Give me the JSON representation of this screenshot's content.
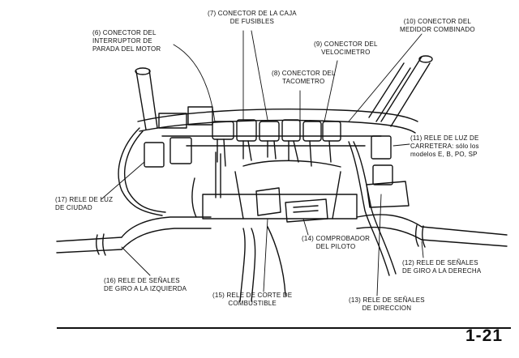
{
  "labels": {
    "l6": "(6) CONECTOR DEL\nINTERRUPTOR DE\nPARADA DEL MOTOR",
    "l7": "(7) CONECTOR DE LA CAJA\nDE FUSIBLES",
    "l8": "(8) CONECTOR DEL\nTACOMETRO",
    "l9": "(9) CONECTOR DEL\nVELOCIMETRO",
    "l10": "(10) CONECTOR DEL\nMEDIDOR COMBINADO",
    "l11": "(11) RELE DE LUZ DE\nCARRETERA: sólo los\nmodelos E, B, PO, SP",
    "l12": "(12) RELE DE SEÑALES\nDE GIRO A LA DERECHA",
    "l13": "(13) RELE DE SEÑALES\nDE DIRECCION",
    "l14": "(14) COMPROBADOR\nDEL PILOTO",
    "l15": "(15) RELE DE CORTE DE\nCOMBUSTIBLE",
    "l16": "(16) RELE DE SEÑALES\nDE GIRO A LA IZQUIERDA",
    "l17": "(17) RELE DE LUZ\nDE CIUDAD"
  },
  "page_number": "1-21",
  "colors": {
    "ink": "#111111",
    "paper": "#ffffff"
  }
}
